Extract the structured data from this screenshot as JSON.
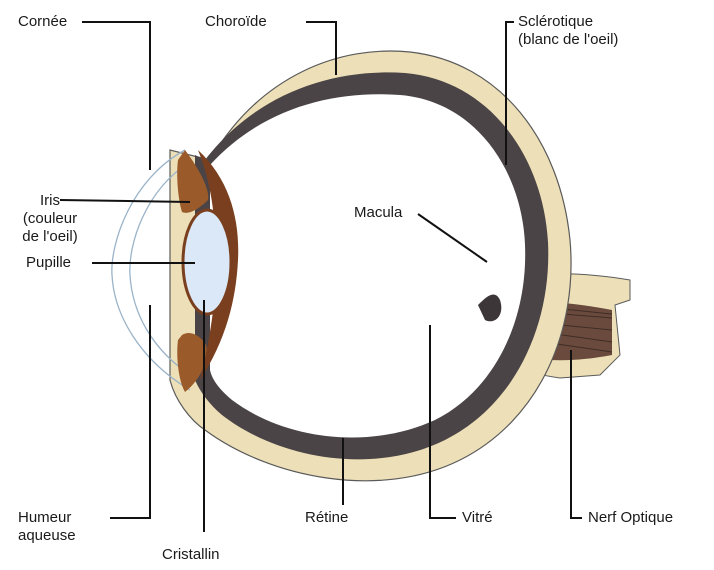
{
  "diagram": {
    "colors": {
      "sclera": "#ede0b8",
      "choroid": "#4a4446",
      "iris": "#9a5a2a",
      "lens": "#dbe8f7",
      "cornea_line": "#9ab3c8",
      "leader_line": "#111111"
    },
    "labels": {
      "cornee": "Cornée",
      "choroide": "Choroïde",
      "sclerotique": "Sclérotique\n(blanc de l'oeil)",
      "iris": "Iris\n(couleur\nde l'oeil)",
      "pupille": "Pupille",
      "macula": "Macula",
      "humeur": "Humeur\naqueuse",
      "cristallin": "Cristallin",
      "retine": "Rétine",
      "vitre": "Vitré",
      "nerf": "Nerf Optique"
    }
  }
}
